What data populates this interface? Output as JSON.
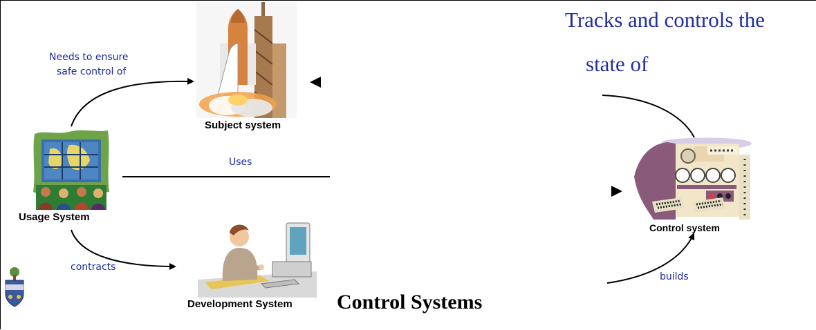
{
  "nodes": {
    "subject": {
      "label": "Subject system",
      "icon": "space-shuttle-icon"
    },
    "usage": {
      "label": "Usage System",
      "icon": "map-audience-icon"
    },
    "development": {
      "label": "Development System",
      "icon": "woman-at-computer-icon"
    },
    "control": {
      "label": "Control system",
      "icon": "control-panel-icon"
    },
    "logo": {
      "icon": "university-crest-icon"
    }
  },
  "edges": {
    "ensure_line1": "Needs to ensure",
    "ensure_line2": "safe control of",
    "uses": "Uses",
    "contracts": "contracts",
    "builds": "builds"
  },
  "tracks": {
    "line1": "Tracks and controls the",
    "line2": "state of"
  },
  "title": "Control Systems",
  "colors": {
    "edge_text": "#1c2a9c",
    "tracks_text": "#1f2ea3",
    "lines": "#000000"
  }
}
